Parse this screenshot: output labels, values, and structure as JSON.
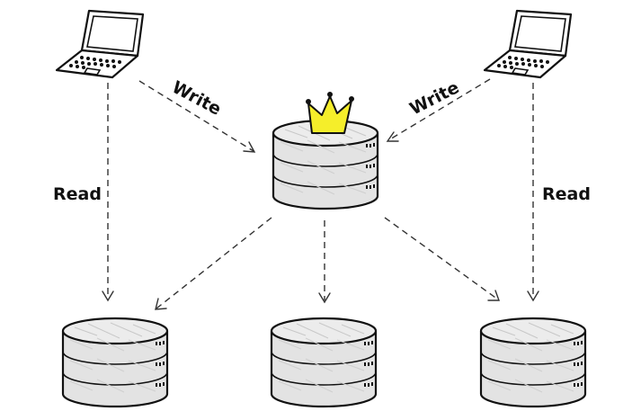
{
  "labels": {
    "write_left": "Write",
    "write_right": "Write",
    "read_left": "Read",
    "read_right": "Read"
  },
  "colors": {
    "db_fill": "#e3e3e3",
    "db_top": "#ececec",
    "crown": "#f5ee2a",
    "ink": "#111111"
  },
  "icons": {
    "client": "laptop-icon",
    "primary": "database-icon",
    "primary_badge": "crown-icon",
    "replica": "database-icon"
  }
}
